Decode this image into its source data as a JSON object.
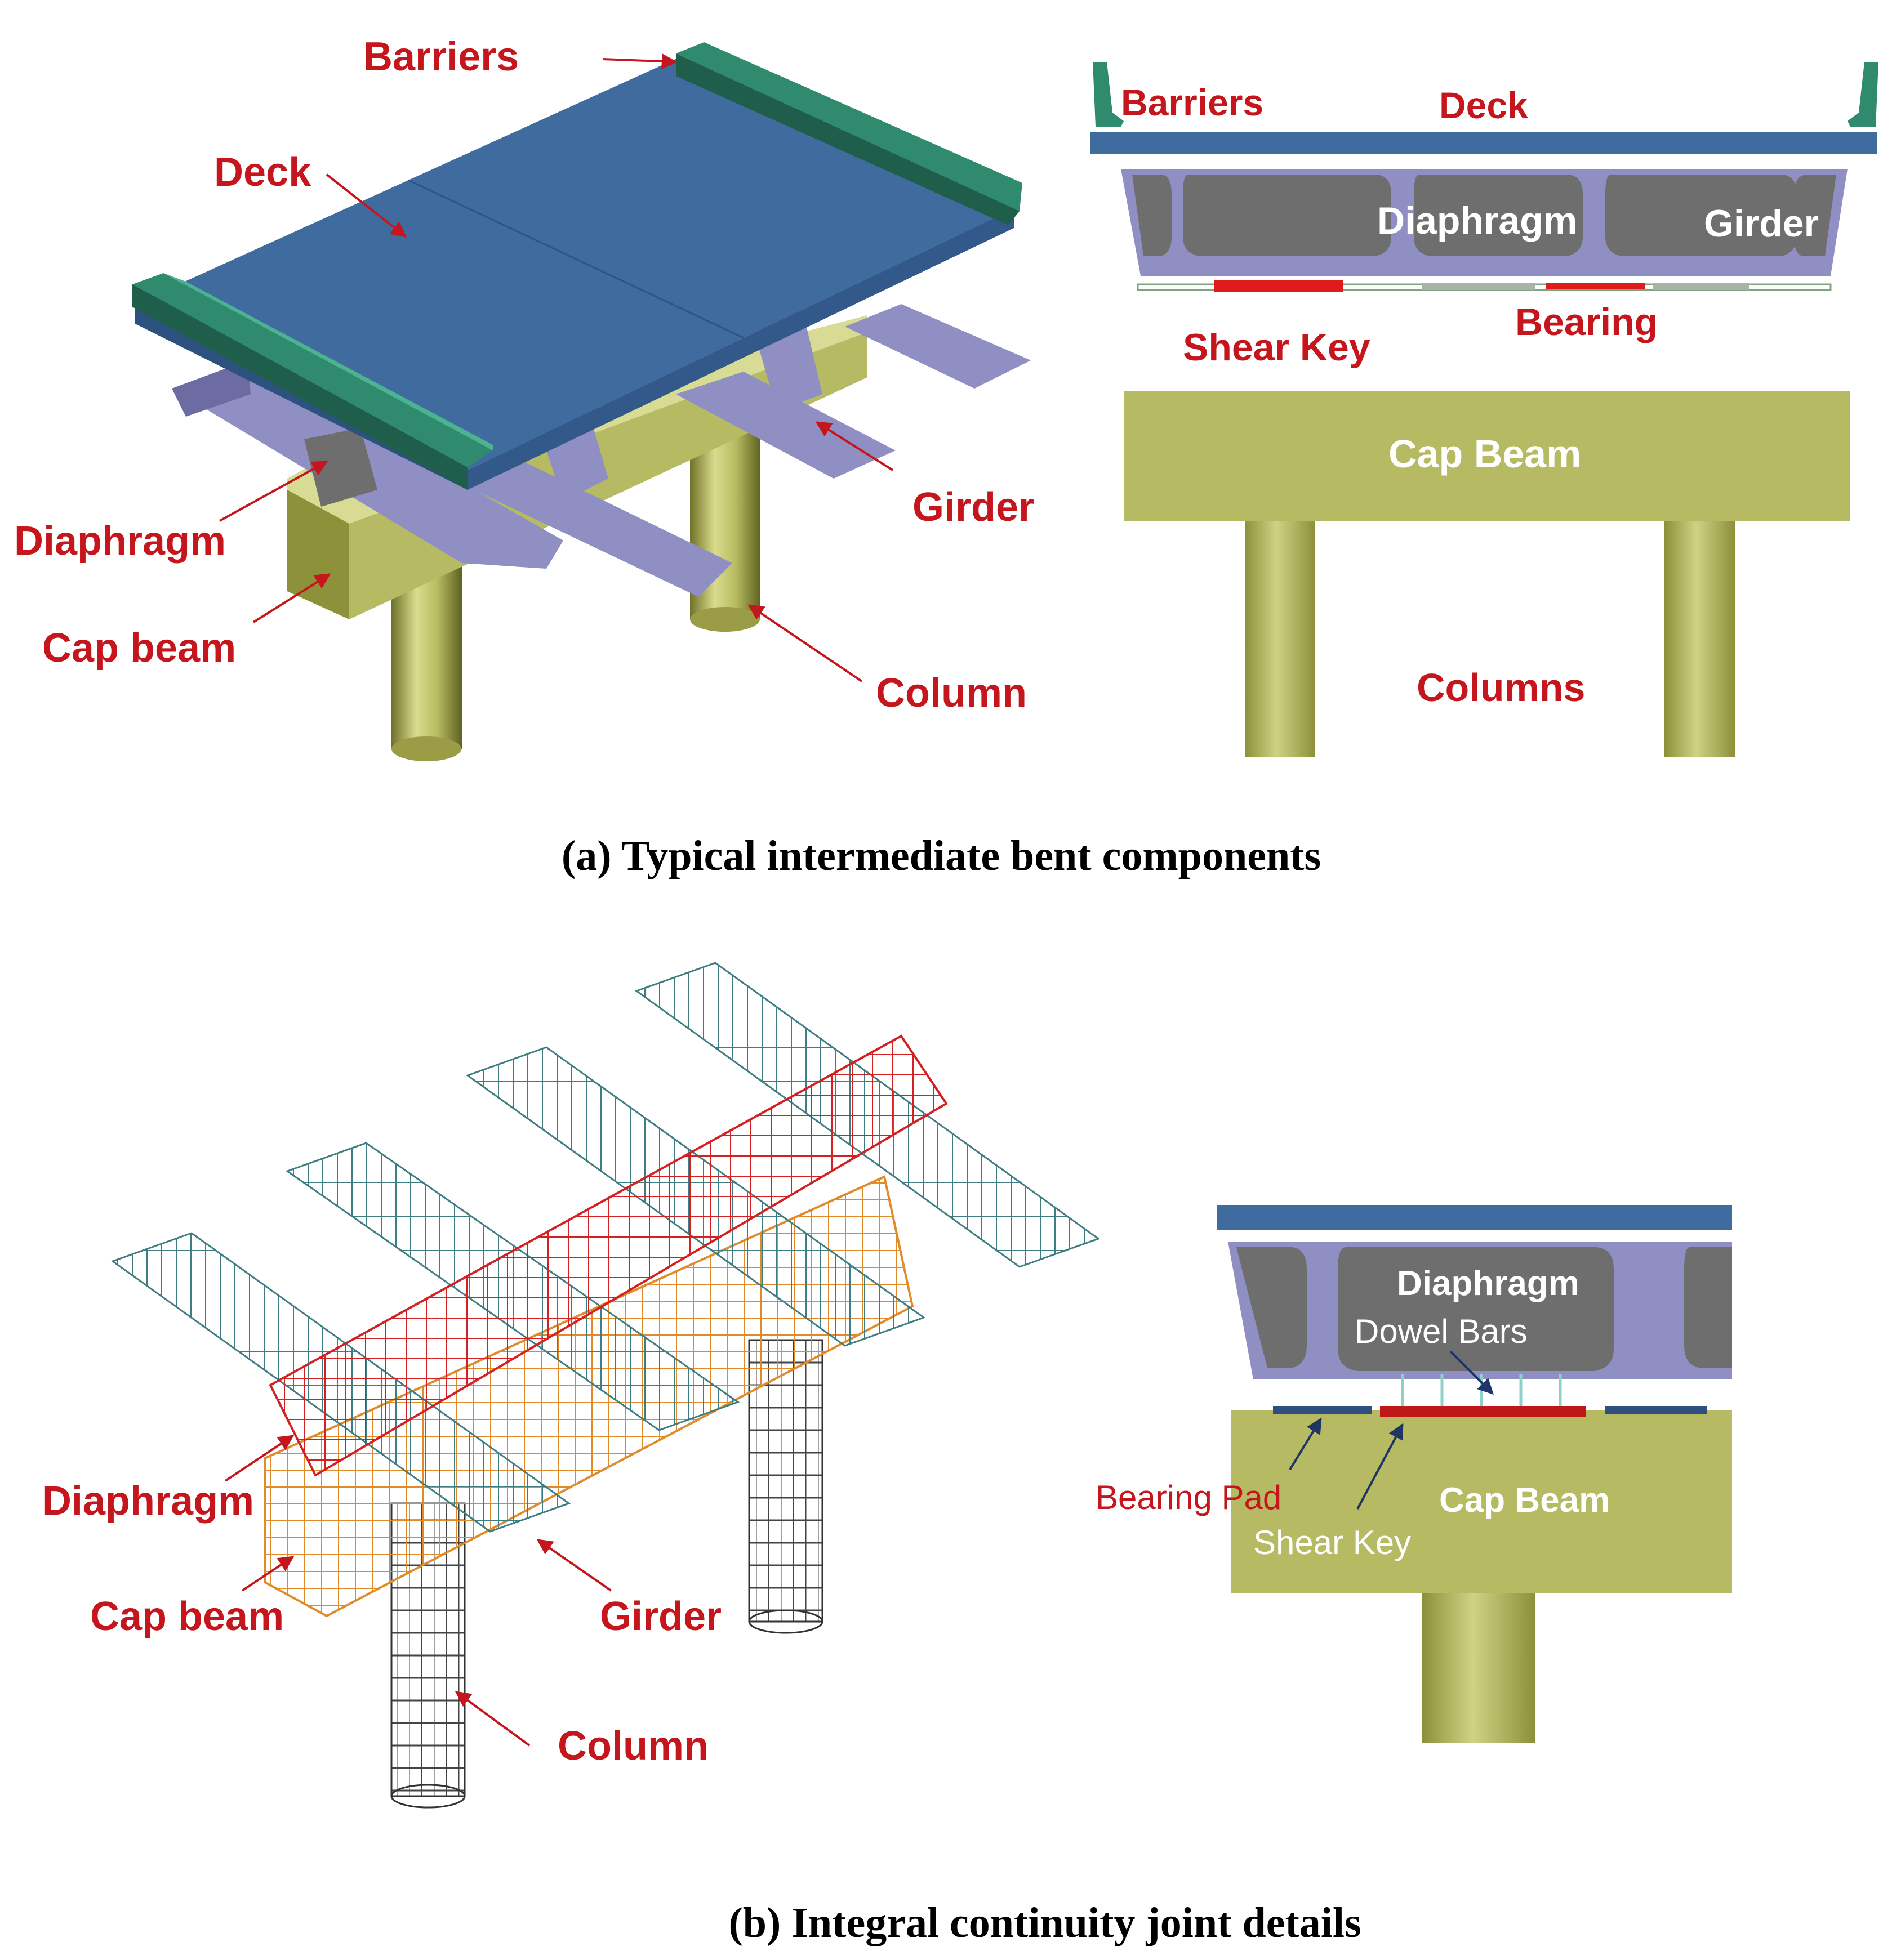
{
  "panel_a": {
    "iso": {
      "barriers": "Barriers",
      "deck": "Deck",
      "diaphragm": "Diaphragm",
      "cap_beam": "Cap beam",
      "girder": "Girder",
      "column": "Column"
    },
    "section": {
      "barriers": "Barriers",
      "deck": "Deck",
      "diaphragm": "Diaphragm",
      "girder": "Girder",
      "bearing": "Bearing",
      "shear_key": "Shear Key",
      "cap_beam": "Cap Beam",
      "columns": "Columns"
    },
    "caption": "(a) Typical intermediate bent components"
  },
  "panel_b": {
    "iso": {
      "diaphragm": "Diaphragm",
      "cap_beam": "Cap beam",
      "girder": "Girder",
      "column": "Column"
    },
    "section": {
      "diaphragm": "Diaphragm",
      "dowel_bars": "Dowel Bars",
      "bearing_pad": "Bearing Pad",
      "shear_key": "Shear Key",
      "cap_beam": "Cap Beam"
    },
    "caption": "(b) Integral continuity joint details"
  },
  "colors": {
    "label_red": "#c4161c",
    "deck_blue": "#3f6b9e",
    "barrier_green": "#2f8a6e",
    "girder_purple": "#8f8fc4",
    "diaphragm_gray": "#6e6e6e",
    "cap_olive": "#b9bd6a",
    "column_olive": "#a8ac52",
    "rebar_teal": "#3e7d82",
    "rebar_red": "#d42020",
    "rebar_orange": "#e08a2a",
    "arrow_navy": "#1f3566"
  }
}
